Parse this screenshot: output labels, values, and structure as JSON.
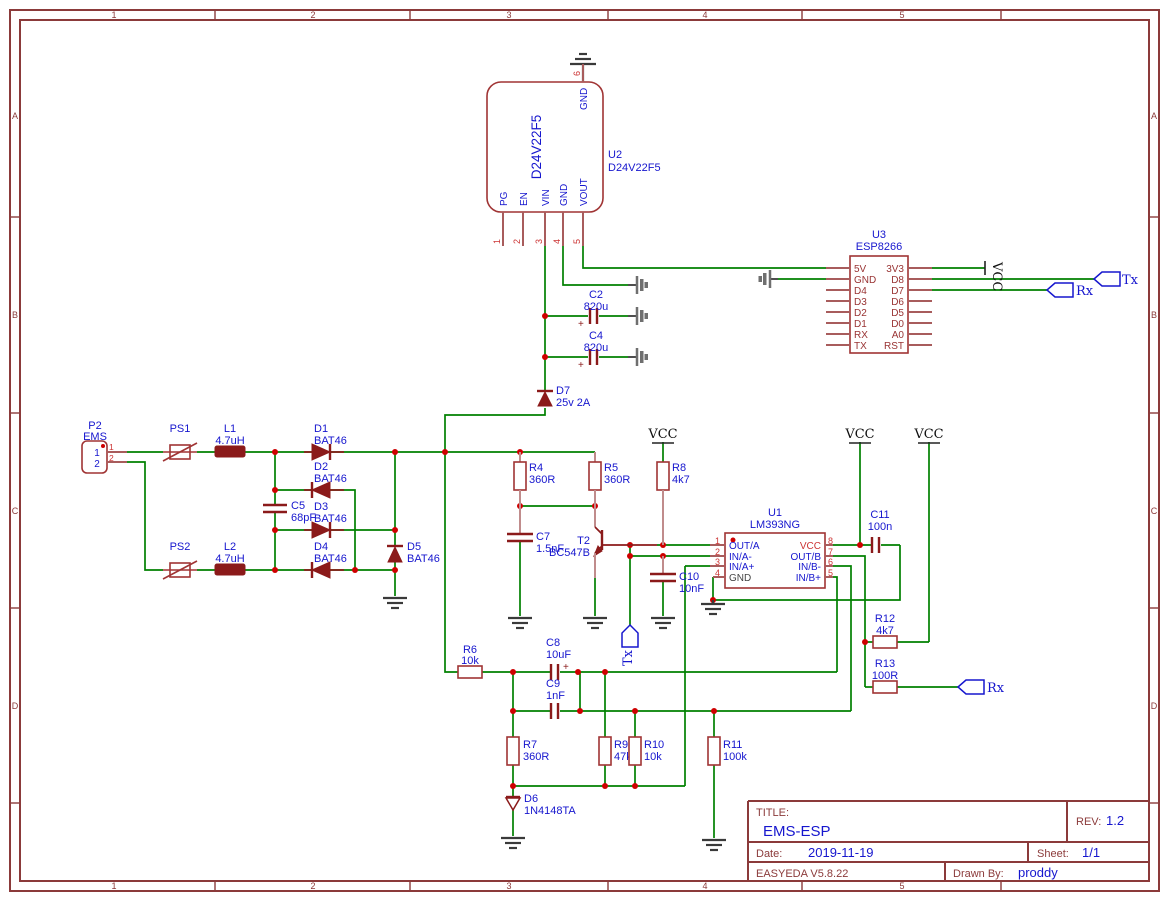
{
  "frame": {
    "columns": [
      "1",
      "2",
      "3",
      "4",
      "5"
    ],
    "rows": [
      "A",
      "B",
      "C",
      "D"
    ]
  },
  "title_block": {
    "title_label": "TITLE:",
    "title": "EMS-ESP",
    "rev_label": "REV:",
    "rev": "1.2",
    "date_label": "Date:",
    "date": "2019-11-19",
    "sheet_label": "Sheet:",
    "sheet": "1/1",
    "tool_version": "EASYEDA V5.8.22",
    "drawn_by_label": "Drawn By:",
    "drawn_by": "proddy"
  },
  "flags": {
    "vcc": "VCC",
    "tx": "Tx",
    "rx": "Rx"
  },
  "components": {
    "P2": {
      "ref": "P2",
      "value": "EMS",
      "pin1": "1",
      "pin2": "2"
    },
    "PS1": {
      "ref": "PS1"
    },
    "PS2": {
      "ref": "PS2"
    },
    "L1": {
      "ref": "L1",
      "value": "4.7uH"
    },
    "L2": {
      "ref": "L2",
      "value": "4.7uH"
    },
    "D1": {
      "ref": "D1",
      "value": "BAT46"
    },
    "D2": {
      "ref": "D2",
      "value": "BAT46"
    },
    "D3": {
      "ref": "D3",
      "value": "BAT46"
    },
    "D4": {
      "ref": "D4",
      "value": "BAT46"
    },
    "D5": {
      "ref": "D5",
      "value": "BAT46"
    },
    "D6": {
      "ref": "D6",
      "value": "1N4148TA"
    },
    "D7": {
      "ref": "D7",
      "value": "25v 2A"
    },
    "C2": {
      "ref": "C2",
      "value": "820u"
    },
    "C4": {
      "ref": "C4",
      "value": "820u"
    },
    "C5": {
      "ref": "C5",
      "value": "68pF"
    },
    "C7": {
      "ref": "C7",
      "value": "1.5nF"
    },
    "C8": {
      "ref": "C8",
      "value": "10uF"
    },
    "C9": {
      "ref": "C9",
      "value": "1nF"
    },
    "C10": {
      "ref": "C10",
      "value": "10nF"
    },
    "C11": {
      "ref": "C11",
      "value": "100n"
    },
    "R4": {
      "ref": "R4",
      "value": "360R"
    },
    "R5": {
      "ref": "R5",
      "value": "360R"
    },
    "R6": {
      "ref": "R6",
      "value": "10k"
    },
    "R7": {
      "ref": "R7",
      "value": "360R"
    },
    "R8": {
      "ref": "R8",
      "value": "4k7"
    },
    "R9": {
      "ref": "R9",
      "value": "47k"
    },
    "R10": {
      "ref": "R10",
      "value": "10k"
    },
    "R11": {
      "ref": "R11",
      "value": "100k"
    },
    "R12": {
      "ref": "R12",
      "value": "4k7"
    },
    "R13": {
      "ref": "R13",
      "value": "100R"
    },
    "T2": {
      "ref": "T2",
      "value": "BC547B"
    },
    "U1": {
      "ref": "U1",
      "value": "LM393NG",
      "pins_left": [
        {
          "n": "1",
          "label": "OUT/A"
        },
        {
          "n": "2",
          "label": "IN/A-"
        },
        {
          "n": "3",
          "label": "IN/A+"
        },
        {
          "n": "4",
          "label": "GND"
        }
      ],
      "pins_right": [
        {
          "n": "8",
          "label": "VCC"
        },
        {
          "n": "7",
          "label": "OUT/B"
        },
        {
          "n": "6",
          "label": "IN/B-"
        },
        {
          "n": "5",
          "label": "IN/B+"
        }
      ]
    },
    "U2": {
      "ref": "U2",
      "value": "D24V22F5",
      "body": "D24V22F5",
      "pins_bottom": [
        {
          "n": "1",
          "label": "PG"
        },
        {
          "n": "2",
          "label": "EN"
        },
        {
          "n": "3",
          "label": "VIN"
        },
        {
          "n": "4",
          "label": "GND"
        },
        {
          "n": "5",
          "label": "VOUT"
        }
      ],
      "pin_top": {
        "n": "6",
        "label": "GND"
      }
    },
    "U3": {
      "ref": "U3",
      "value": "ESP8266",
      "pins_left": [
        "5V",
        "GND",
        "D4",
        "D3",
        "D2",
        "D1",
        "RX",
        "TX"
      ],
      "pins_right": [
        "3V3",
        "D8",
        "D7",
        "D6",
        "D5",
        "D0",
        "A0",
        "RST"
      ]
    }
  }
}
